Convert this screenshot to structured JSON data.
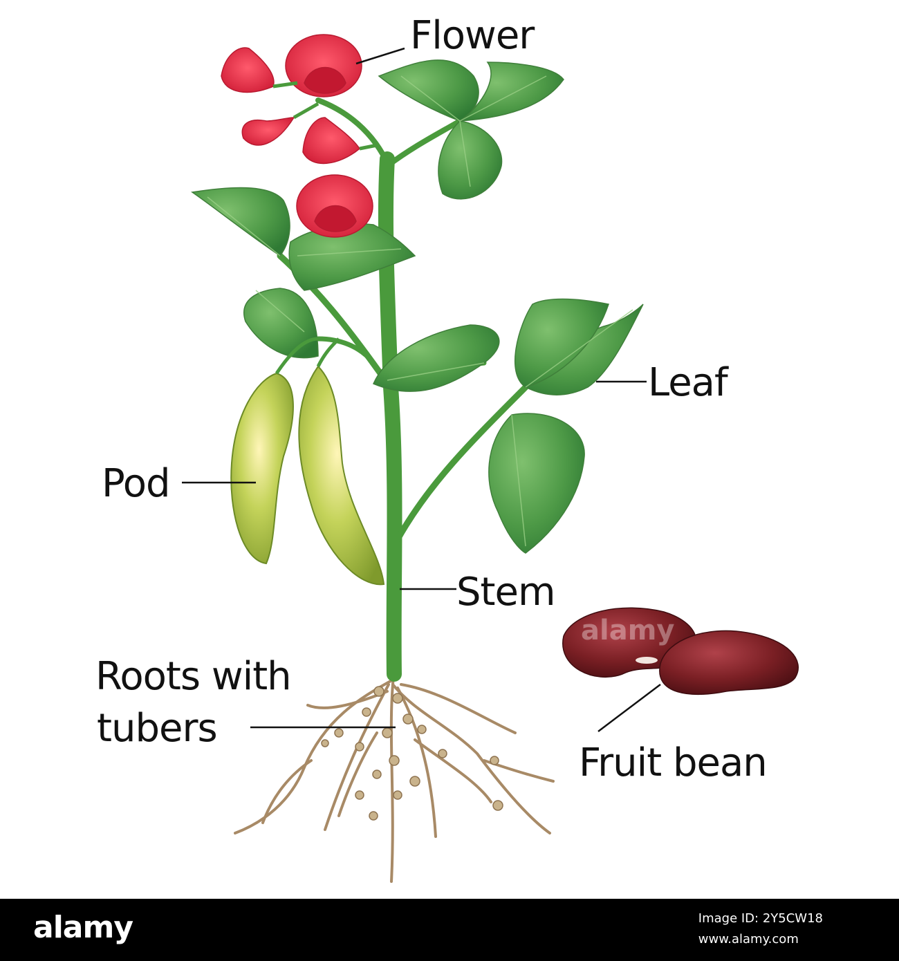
{
  "labels": {
    "flower": "Flower",
    "leaf": "Leaf",
    "pod": "Pod",
    "stem": "Stem",
    "roots_line1": "Roots with",
    "roots_line2": "tubers",
    "fruit_bean": "Fruit bean"
  },
  "watermark": "alamy",
  "footer": {
    "logo": "alamy",
    "image_id": "Image ID: 2Y5CW18",
    "site": "www.alamy.com"
  },
  "colors": {
    "leaf": "#4e9a47",
    "stem": "#4a9a3c",
    "flower": "#e8354a",
    "pod": "#b8c84a",
    "bean": "#7a1f24",
    "root": "#a88a66"
  }
}
